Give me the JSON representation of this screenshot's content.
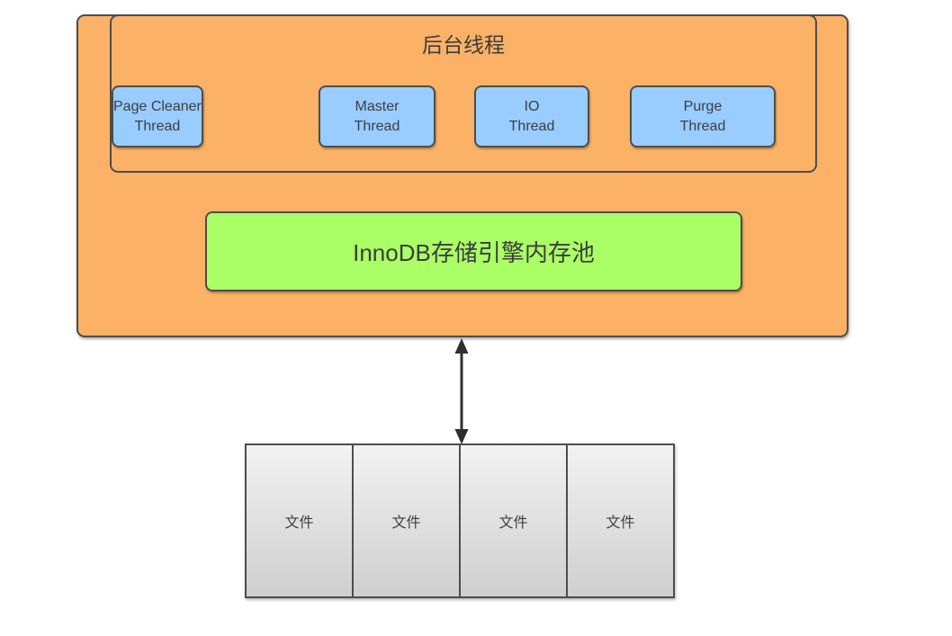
{
  "colors": {
    "container_fill": "#FBB266",
    "thread_fill": "#99CCFF",
    "memory_pool_fill": "#AAFF66",
    "file_fill_top": "#F2F2F2",
    "file_fill_bottom": "#CFCFCF",
    "border": "#4D4D4D",
    "text": "#3D3D3D",
    "arrow": "#2F2F2F"
  },
  "background_threads": {
    "title": "后台线程",
    "threads": [
      {
        "label": "Master\nThread"
      },
      {
        "label": "IO\nThread"
      },
      {
        "label": "Purge\nThread"
      },
      {
        "label": "Page Cleaner\nThread"
      }
    ]
  },
  "memory_pool": {
    "label": "InnoDB存储引擎内存池"
  },
  "arrow": {
    "type": "bidirectional-vertical"
  },
  "files": {
    "cells": [
      {
        "label": "文件"
      },
      {
        "label": "文件"
      },
      {
        "label": "文件"
      },
      {
        "label": "文件"
      }
    ]
  }
}
